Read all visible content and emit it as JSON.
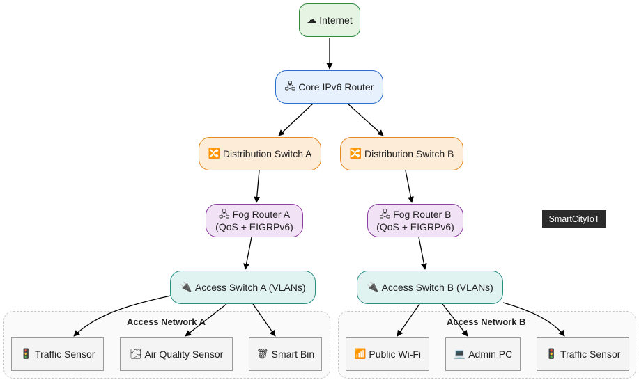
{
  "diagram": {
    "nodes": {
      "internet": {
        "icon": "☁",
        "label": "Internet"
      },
      "core_router": {
        "icon": "🖧",
        "label": "Core IPv6 Router"
      },
      "dist_a": {
        "icon": "🔀",
        "label": "Distribution Switch A"
      },
      "dist_b": {
        "icon": "🔀",
        "label": "Distribution Switch B"
      },
      "fog_a": {
        "icon": "🖧",
        "label": "Fog Router A",
        "sublabel": "(QoS + EIGRPv6)"
      },
      "fog_b": {
        "icon": "🖧",
        "label": "Fog Router B",
        "sublabel": "(QoS + EIGRPv6)"
      },
      "access_a": {
        "icon": "🔌",
        "label": "Access Switch A (VLANs)"
      },
      "access_b": {
        "icon": "🔌",
        "label": "Access Switch B (VLANs)"
      },
      "traffic_sensor_a": {
        "icon": "🚦",
        "label": "Traffic Sensor"
      },
      "air_quality": {
        "icon": "🌫",
        "label": "Air Quality Sensor"
      },
      "smart_bin": {
        "icon": "🗑",
        "label": "Smart Bin"
      },
      "public_wifi": {
        "icon": "📶",
        "label": "Public Wi-Fi"
      },
      "admin_pc": {
        "icon": "💻",
        "label": "Admin PC"
      },
      "traffic_sensor_b": {
        "icon": "🚦",
        "label": "Traffic Sensor"
      }
    },
    "groups": {
      "access_network_a": "Access Network A",
      "access_network_b": "Access Network B"
    },
    "badge": "SmartCityIoT",
    "edges": [
      [
        "internet",
        "core_router"
      ],
      [
        "core_router",
        "dist_a"
      ],
      [
        "core_router",
        "dist_b"
      ],
      [
        "dist_a",
        "fog_a"
      ],
      [
        "dist_b",
        "fog_b"
      ],
      [
        "fog_a",
        "access_a"
      ],
      [
        "fog_b",
        "access_b"
      ],
      [
        "access_a",
        "traffic_sensor_a"
      ],
      [
        "access_a",
        "air_quality"
      ],
      [
        "access_a",
        "smart_bin"
      ],
      [
        "access_b",
        "public_wifi"
      ],
      [
        "access_b",
        "admin_pc"
      ],
      [
        "access_b",
        "traffic_sensor_b"
      ]
    ],
    "colors": {
      "edge": "#000000",
      "internet": "#2e8b3d",
      "core": "#2a6fc9",
      "distribution": "#e6891f",
      "fog": "#8a3fa1",
      "access": "#2a8e84"
    }
  }
}
